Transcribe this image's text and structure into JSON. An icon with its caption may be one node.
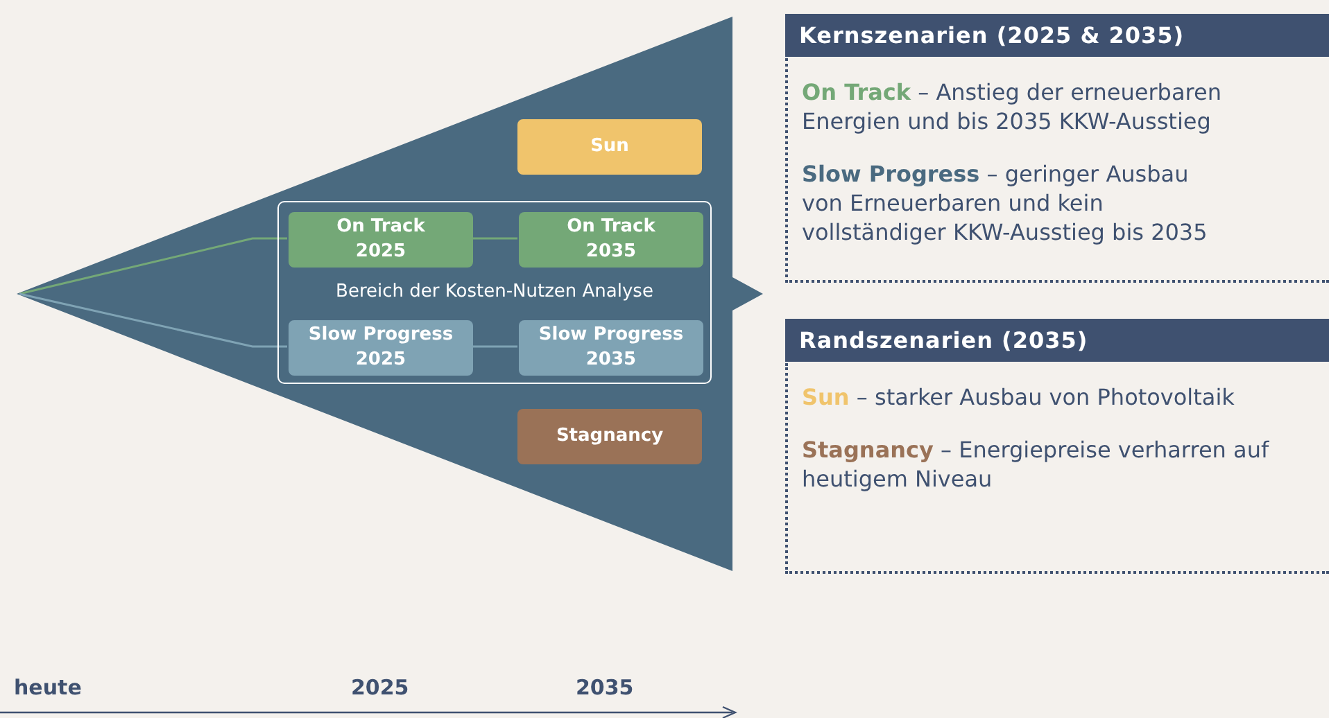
{
  "diagram": {
    "nodes": [
      {
        "text": [],
        "shape": "triangle"
      },
      {
        "text": [
          "Sun"
        ],
        "in": 0
      },
      {
        "text": [
          "Bereich der Kosten-Nutzen Analyse"
        ],
        "in": 0
      },
      {
        "text": [
          "On Track 2025"
        ],
        "in": 2
      },
      {
        "text": [
          "On Track 2035"
        ],
        "in": 2
      },
      {
        "text": [
          "Slow Progress 2025"
        ],
        "in": 2
      },
      {
        "text": [
          "Slow Progress 2035"
        ],
        "in": 2
      },
      {
        "text": [
          "Stagnancy"
        ],
        "in": 0
      },
      {
        "text": [
          "Kernszenarien (2025 & 2035)",
          "**On Track** – Anstieg der erneuerbaren Energien und bis 2035 KKW-Ausstieg",
          "**Slow Progress** – geringer Ausbau von Erneuerbaren und kein vollständiger KKW-Ausstieg bis 2035"
        ]
      },
      {
        "text": [
          "Randszenarien (2035)",
          "**Sun** – starker Ausbau von Photovoltaik",
          "**Stagnancy** – Energiepreise verharren auf heutigem Niveau"
        ]
      }
    ],
    "edges": [
      {
        "from": null,
        "to": 3,
        "arrow": "none",
        "color": "#74a877"
      },
      {
        "from": 3,
        "to": 4,
        "arrow": "none",
        "color": "#74a877"
      },
      {
        "from": null,
        "to": 5,
        "arrow": "none",
        "color": "#7fa3b4"
      },
      {
        "from": 5,
        "to": 6,
        "arrow": "none",
        "color": "#7fa3b4"
      }
    ],
    "labels": [
      "heute",
      "2025",
      "2035"
    ]
  }
}
